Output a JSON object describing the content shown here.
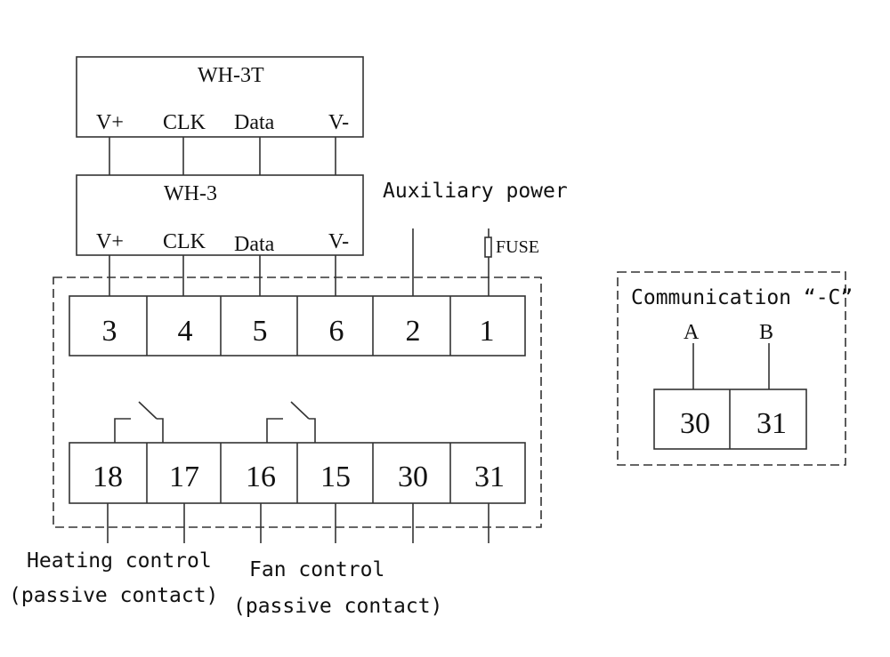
{
  "diagram": {
    "module_top": {
      "title": "WH-3T",
      "pins": [
        "V+",
        "CLK",
        "Data",
        "V-"
      ]
    },
    "module_mid": {
      "title": "WH-3",
      "pins": [
        "V+",
        "CLK",
        "Data",
        "V-"
      ]
    },
    "auxiliary_power_label": "Auxiliary power",
    "fuse_label": "FUSE",
    "terminal_row_top": [
      "3",
      "4",
      "5",
      "6",
      "2",
      "1"
    ],
    "terminal_row_bottom": [
      "18",
      "17",
      "16",
      "15",
      "30",
      "31"
    ],
    "heating_label": {
      "line1": "Heating control",
      "line2": "(passive contact)"
    },
    "fan_label": {
      "line1": "Fan control",
      "line2": "(passive contact)"
    },
    "communication": {
      "title": "Communication “-C”",
      "pins": [
        "A",
        "B"
      ],
      "terminals": [
        "30",
        "31"
      ]
    },
    "line_color": "#333333",
    "text_color": "#111111",
    "background": "#ffffff"
  }
}
